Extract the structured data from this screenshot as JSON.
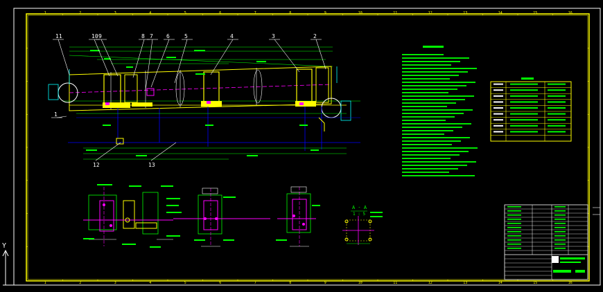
{
  "window": {
    "title": ""
  },
  "colors": {
    "background": "#000000",
    "frame": "#ffff00",
    "drawing_green": "#00ff00",
    "magenta": "#ff00ff",
    "blue": "#0000ff",
    "cyan": "#00ffff",
    "white": "#ffffff",
    "yellow": "#ffff00",
    "red": "#ff0000"
  },
  "axis_indicator": {
    "y_label": "Y"
  },
  "frame": {
    "top_numbers": [
      "1",
      "2",
      "3",
      "4",
      "5",
      "6",
      "7",
      "8",
      "9",
      "10",
      "11",
      "12",
      "13",
      "14",
      "15",
      "16"
    ],
    "bottom_numbers": [
      "1",
      "2",
      "3",
      "4",
      "5",
      "6",
      "7",
      "8",
      "9",
      "10",
      "11",
      "12",
      "13",
      "14",
      "15",
      "16"
    ]
  },
  "main_view": {
    "part_labels": [
      "11",
      "10",
      "9",
      "8",
      "7",
      "6",
      "5",
      "4",
      "3",
      "2",
      "1"
    ],
    "bottom_markers": [
      "12",
      "13"
    ]
  },
  "section_view": {
    "title": "A - A",
    "scale": "1 : 5"
  }
}
